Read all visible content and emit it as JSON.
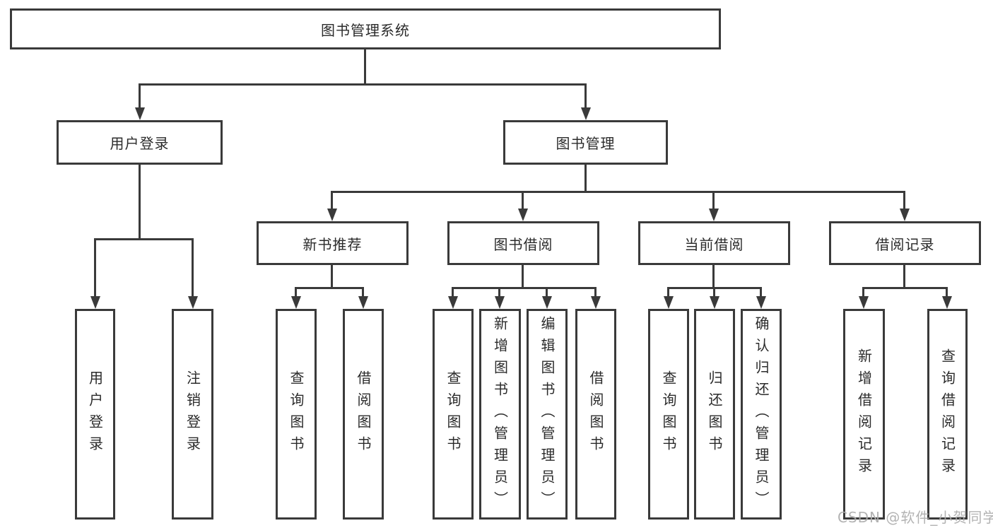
{
  "page": {
    "background": "#ffffff",
    "colors": {
      "line": "#3a3a3a",
      "box_border": "#3a3a3a",
      "text": "#2b2b2b",
      "watermark": "#adadad"
    }
  },
  "watermark": {
    "text": "CSDN @软件_小贺同学"
  },
  "diagram": {
    "type": "tree",
    "root": {
      "label": "图书管理系统"
    },
    "level1": [
      {
        "label": "用户登录",
        "children": [
          {
            "label": "用户登录"
          },
          {
            "label": "注销登录"
          }
        ]
      },
      {
        "label": "图书管理",
        "children": [
          {
            "label": "新书推荐",
            "children": [
              {
                "label": "查询图书"
              },
              {
                "label": "借阅图书"
              }
            ]
          },
          {
            "label": "图书借阅",
            "children": [
              {
                "label": "查询图书"
              },
              {
                "label": "新增图书（管理员）"
              },
              {
                "label": "编辑图书（管理员）"
              },
              {
                "label": "借阅图书"
              }
            ]
          },
          {
            "label": "当前借阅",
            "children": [
              {
                "label": "查询图书"
              },
              {
                "label": "归还图书"
              },
              {
                "label": "确认归还（管理员）"
              }
            ]
          },
          {
            "label": "借阅记录",
            "children": [
              {
                "label": "新增借阅记录"
              },
              {
                "label": "查询借阅记录"
              }
            ]
          }
        ]
      }
    ]
  }
}
